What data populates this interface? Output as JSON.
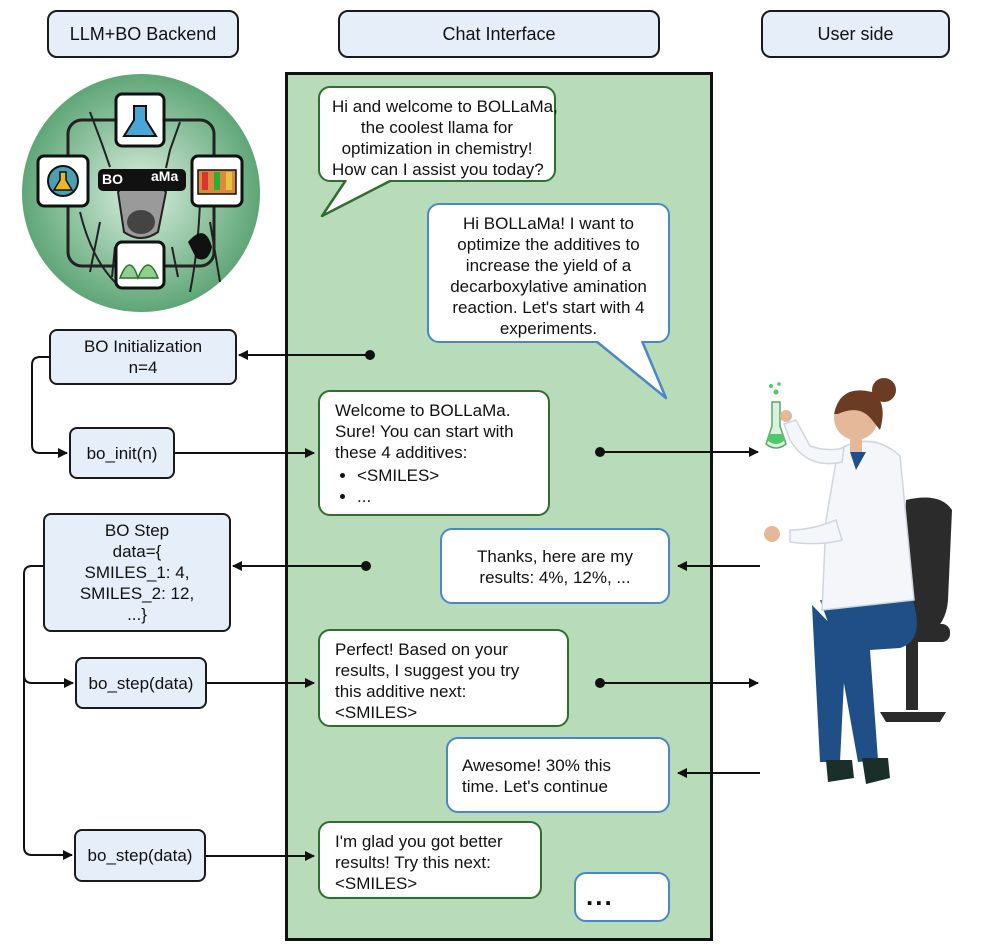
{
  "headers": {
    "backend": "LLM+BO Backend",
    "chat": "Chat Interface",
    "user": "User side"
  },
  "logo": {
    "text_left": "BO",
    "text_right": "aMa"
  },
  "backend_boxes": {
    "init_box": {
      "line1": "BO Initialization",
      "line2": "n=4"
    },
    "bo_init_call": "bo_init(n)",
    "step_box": {
      "line1": "BO Step",
      "line2": "data={",
      "line3": "SMILES_1: 4,",
      "line4": "SMILES_2: 12,",
      "line5": "...}"
    },
    "bo_step_call_1": "bo_step(data)",
    "bo_step_call_2": "bo_step(data)"
  },
  "messages": {
    "m1": [
      "Hi and welcome to BOLLaMa,",
      "the coolest llama for",
      "optimization in chemistry!",
      "How can I assist you today?"
    ],
    "m2": [
      "Hi BOLLaMa! I want to",
      "optimize the additives to",
      "increase the yield of a",
      "decarboxylative amination",
      "reaction. Let's start with 4",
      "experiments."
    ],
    "m3": {
      "lines": [
        "Welcome to BOLLaMa.",
        "Sure! You can start with",
        "these 4 additives:"
      ],
      "bullets": [
        "<SMILES>",
        "..."
      ]
    },
    "m4": [
      "Thanks, here are my",
      "results: 4%, 12%, ..."
    ],
    "m5": [
      "Perfect! Based on your",
      "results, I suggest you try",
      "this additive next:",
      "<SMILES>"
    ],
    "m6": [
      "Awesome! 30% this",
      "time. Let's continue"
    ],
    "m7": [
      "I'm glad you got better",
      "results! Try this next:",
      "<SMILES>"
    ],
    "m8": "..."
  },
  "colors": {
    "chat_bg": "#b8dbb9",
    "bot_border": "#2f6e30",
    "user_border": "#4a86c8",
    "box_fill": "#e6eef9"
  }
}
